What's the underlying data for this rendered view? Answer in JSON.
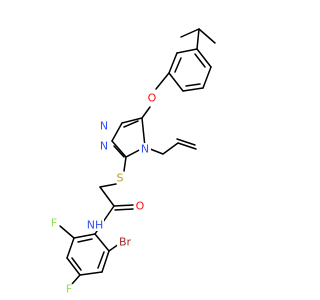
{
  "molecule": {
    "atoms": {
      "O_ether": "O",
      "N_ring_1": "N",
      "N_ring_2": "N",
      "N_ring_4": "N",
      "S": "S",
      "O_carbonyl": "O",
      "NH": "NH",
      "F_ortho": "F",
      "Br": "Br",
      "F_para": "F"
    },
    "colors": {
      "carbon": "#000000",
      "oxygen": "#ff0d0d",
      "nitrogen": "#3050f8",
      "sulfur": "#b2a31b",
      "fluorine": "#90e050",
      "bromine": "#a62929"
    }
  }
}
